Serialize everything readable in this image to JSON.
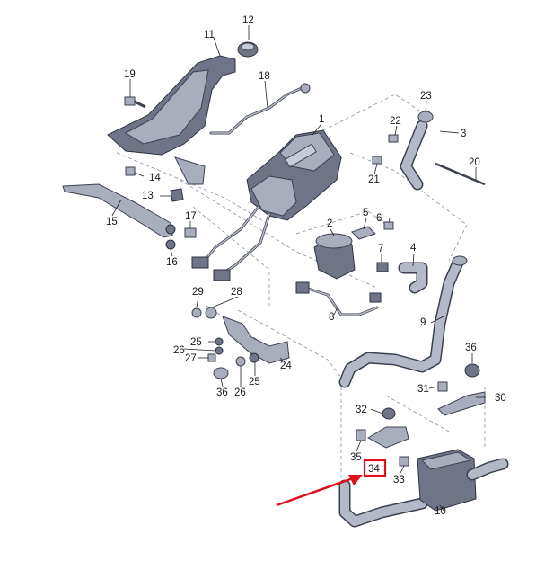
{
  "labels": {
    "p1": "1",
    "p2": "2",
    "p3": "3",
    "p4": "4",
    "p5": "5",
    "p6": "6",
    "p7": "7",
    "p8": "8",
    "p9": "9",
    "p10": "10",
    "p11": "11",
    "p12": "12",
    "p13": "13",
    "p14": "14",
    "p15": "15",
    "p16": "16",
    "p17": "17",
    "p18": "18",
    "p19": "19",
    "p20": "20",
    "p21": "21",
    "p22": "22",
    "p23": "23",
    "p24": "24",
    "p25a": "25",
    "p25b": "25",
    "p26a": "26",
    "p26b": "26",
    "p27": "27",
    "p28": "28",
    "p29": "29",
    "p30": "30",
    "p31": "31",
    "p32": "32",
    "p33": "33",
    "p34": "34",
    "p35": "35",
    "p36a": "36",
    "p36b": "36"
  },
  "highlight": {
    "color": "#e0101c",
    "arrow_color": "#e0101c"
  }
}
